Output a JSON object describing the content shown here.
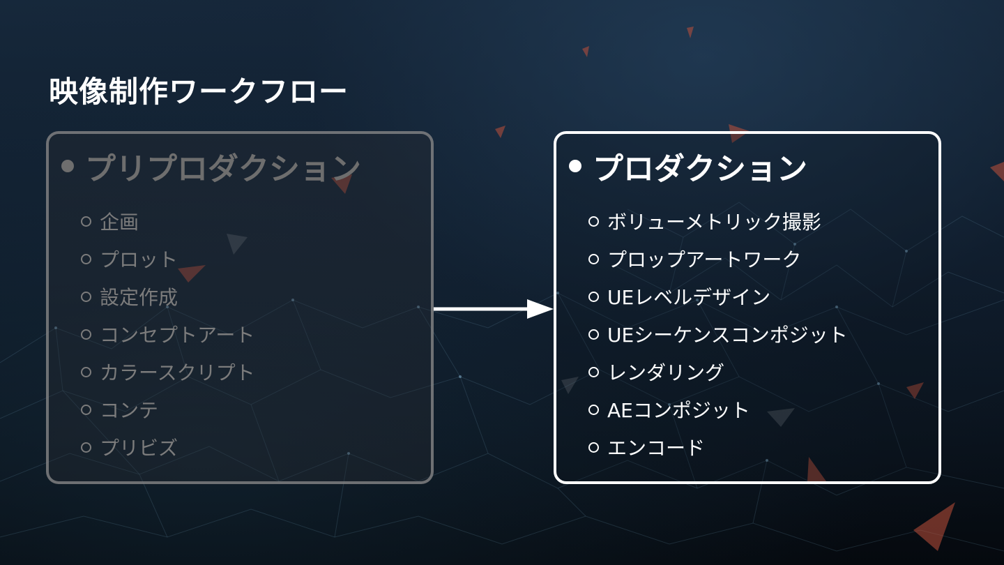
{
  "slide": {
    "title": "映像制作ワークフロー"
  },
  "preproduction": {
    "heading": "プリプロダクション",
    "items": [
      "企画",
      "プロット",
      "設定作成",
      "コンセプトアート",
      "カラースクリプト",
      "コンテ",
      "プリビズ"
    ]
  },
  "production": {
    "heading": "プロダクション",
    "items": [
      "ボリューメトリック撮影",
      "プロップアートワーク",
      "UEレベルデザイン",
      "UEシーケンスコンポジット",
      "レンダリング",
      "AEコンポジット",
      "エンコード"
    ]
  },
  "colors": {
    "background": "#0f1c2b",
    "active_border": "#ffffff",
    "inactive_border": "#8c8c8c",
    "inactive_text": "#7c7c7c",
    "accent_shard": "#c0503a"
  },
  "icons": {
    "flow_arrow": "arrow-right-icon",
    "heading_bullet": "filled-circle-bullet",
    "item_bullet": "hollow-circle-bullet"
  }
}
